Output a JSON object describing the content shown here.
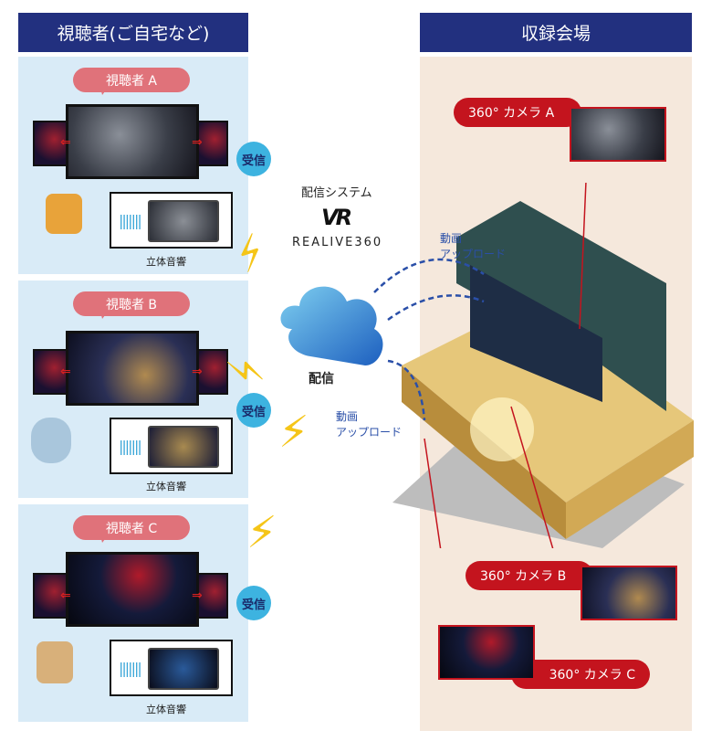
{
  "headers": {
    "viewers": "視聴者(ご自宅など)",
    "venue": "収録会場"
  },
  "viewers": [
    {
      "label": "視聴者 A",
      "receive": "受信",
      "audio": "立体音響"
    },
    {
      "label": "視聴者 B",
      "receive": "受信",
      "audio": "立体音響"
    },
    {
      "label": "視聴者 C",
      "receive": "受信",
      "audio": "立体音響"
    }
  ],
  "system": {
    "title": "配信システム",
    "logo_text": "REALIVE360",
    "logo_mark": "VR",
    "cloud_label": "配信"
  },
  "uploads": [
    {
      "line1": "動画",
      "line2": "アップロード"
    },
    {
      "line1": "動画",
      "line2": "アップロード"
    }
  ],
  "cameras": {
    "a": "360° カメラ A",
    "b": "360° カメラ B",
    "c": "360° カメラ C"
  },
  "colors": {
    "navy": "#22307f",
    "camera_red": "#c4141e",
    "bubble_pink": "#e0727a",
    "badge_blue": "#3db3e0"
  }
}
